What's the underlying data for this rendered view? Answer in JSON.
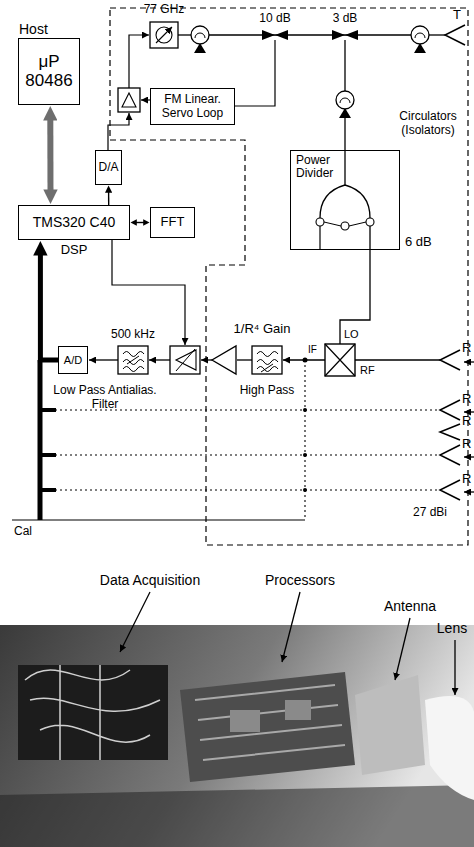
{
  "diagram": {
    "nodes": [
      {
        "text": [
          "Host",
          "μP 80486"
        ]
      },
      {
        "text": [
          "FM Linear. Servo Loop"
        ]
      },
      {
        "text": [
          "D/A"
        ]
      },
      {
        "text": [
          "Power Divider",
          "6 dB"
        ]
      },
      {
        "text": [
          "TMS320 C40",
          "DSP"
        ]
      },
      {
        "text": [
          "FFT"
        ]
      },
      {
        "text": [
          "A/D"
        ]
      }
    ],
    "edges": [
      {
        "from": 0,
        "to": 4,
        "arrow": "both"
      },
      {
        "from": 4,
        "to": 2,
        "arrow": "to"
      },
      {
        "from": 4,
        "to": 5,
        "arrow": "both"
      },
      {
        "from": 6,
        "to": 4,
        "arrow": "to"
      }
    ],
    "labels": [
      "77 GHz",
      "10 dB",
      "3 dB",
      "T",
      "Circulators (Isolators)",
      "500 kHz",
      "1/R⁴ Gain",
      "IF",
      "LO",
      "RF",
      "R",
      "R",
      "R",
      "R",
      "R",
      "Low Pass Antialias. Filter",
      "High Pass",
      "27 dBi",
      "Cal",
      "Data Acquisition",
      "Processors",
      "Antenna",
      "Lens"
    ]
  }
}
